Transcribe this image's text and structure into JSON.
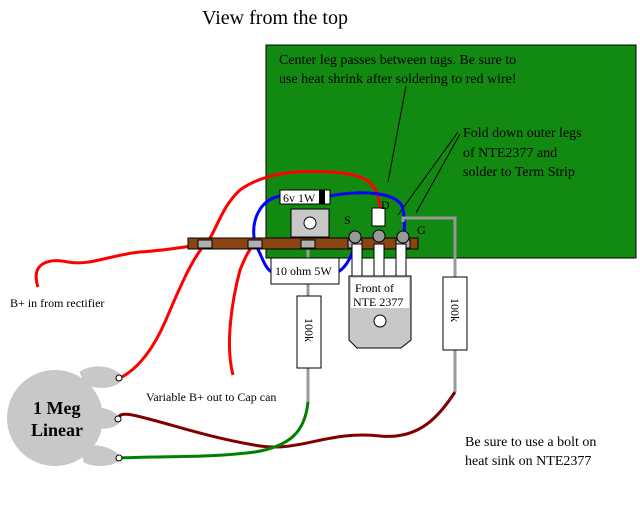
{
  "title": "View from the top",
  "notes": {
    "center_leg_line1": "Center leg passes between tags. Be sure to",
    "center_leg_line2": "use heat shrink after soldering to red wire!",
    "fold_line1": "Fold down outer legs",
    "fold_line2": "of NTE2377 and",
    "fold_line3": "solder to Term Strip",
    "bolt_line1": "Be sure to use a bolt on",
    "bolt_line2": "heat sink on NTE2377"
  },
  "labels": {
    "b_plus_in": "B+ in from rectifier",
    "variable_b_plus": "Variable B+ out to Cap can",
    "pot_line1": "1 Meg",
    "pot_line2": "Linear",
    "zener": "6v 1W",
    "resistor_10ohm": "10 ohm 5W",
    "resistor_100k_left": "100k",
    "resistor_100k_right": "100k",
    "transistor_line1": "Front of",
    "transistor_line2": "NTE 2377",
    "pin_s": "S",
    "pin_d": "D",
    "pin_g": "G"
  },
  "colors": {
    "heatsink": "#128a12",
    "term_strip": "#8b4513",
    "red_wire": "#ff0000",
    "blue_wire": "#0000ff",
    "green_wire": "#008000",
    "brown_wire": "#800000",
    "gray_wire": "#999999",
    "pot_body": "#c8c8c8"
  }
}
